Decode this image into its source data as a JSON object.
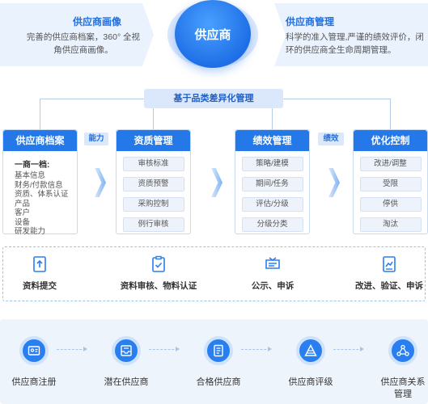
{
  "banner": {
    "left": {
      "title": "供应商画像",
      "desc": "完善的供应商档案，360° 全视角供应商画像。"
    },
    "right": {
      "title": "供应商管理",
      "desc": "科学的准入管理,严谨的绩效评价，闭环的供应商全生命周期管理。"
    },
    "hub": "供应商"
  },
  "strategy": "基于品类差异化管理",
  "tags": {
    "ability": "能力",
    "performance": "绩效"
  },
  "columns": {
    "archive": {
      "title": "供应商档案",
      "lead": "一商一档:",
      "items": [
        "基本信息",
        "财务/付款信息",
        "资质、体系认证",
        "产品",
        "客户",
        "设备",
        "研发能力"
      ]
    },
    "qualification": {
      "title": "资质管理",
      "items": [
        "审核标准",
        "资质预警",
        "采购控制",
        "例行审核"
      ]
    },
    "performance": {
      "title": "绩效管理",
      "items": [
        "策略/建模",
        "期间/任务",
        "评估/分级",
        "分级分类"
      ]
    },
    "optimize": {
      "title": "优化控制",
      "items": [
        "改进/调整",
        "受限",
        "停供",
        "淘汰"
      ]
    }
  },
  "actions": [
    "资料提交",
    "资料审核、物料认证",
    "公示、申诉",
    "改进、验证、申诉"
  ],
  "lifecycle": [
    "供应商注册",
    "潜在供应商",
    "合格供应商",
    "供应商评级",
    "供应商关系管理"
  ],
  "colors": {
    "primary": "#2478e8",
    "light": "#eaf2fd",
    "text": "#333333"
  }
}
